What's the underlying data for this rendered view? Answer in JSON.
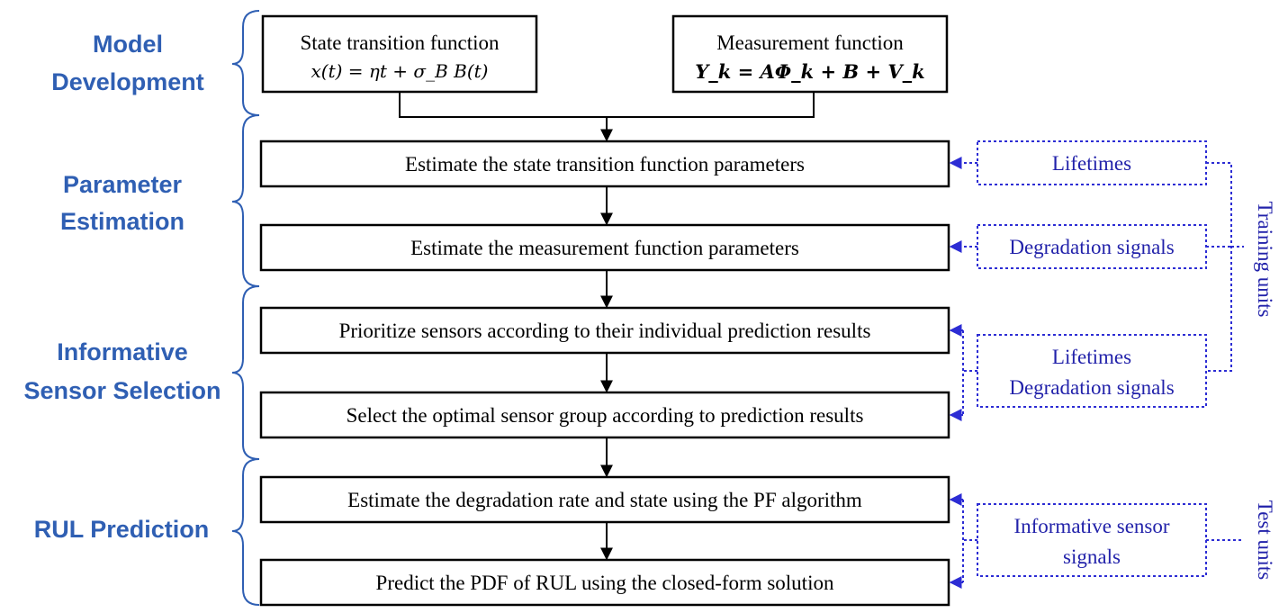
{
  "stages": {
    "model_line1": "Model",
    "model_line2": "Development",
    "param_line1": "Parameter",
    "param_line2": "Estimation",
    "sensor_line1": "Informative",
    "sensor_line2": "Sensor Selection",
    "rul": "RUL Prediction"
  },
  "top_boxes": {
    "state_title": "State transition function",
    "state_eq": "x(t) = ηt + σ_B B(t)",
    "meas_title": "Measurement function",
    "meas_eq": "Y_k = AΦ_k + B + V_k"
  },
  "steps": [
    "Estimate the state transition function parameters",
    "Estimate the measurement function parameters",
    "Prioritize sensors according to their individual prediction results",
    "Select the optimal sensor group according to prediction results",
    "Estimate the degradation rate and state using the PF algorithm",
    "Predict the PDF of RUL using the closed-form solution"
  ],
  "inputs": {
    "lifetimes": "Lifetimes",
    "degradation_signals": "Degradation signals",
    "combined_line1": "Lifetimes",
    "combined_line2": "Degradation signals",
    "informative_line1": "Informative sensor",
    "informative_line2": "signals"
  },
  "side_labels": {
    "training": "Training units",
    "test": "Test units"
  },
  "colors": {
    "stage_text": "#2f5fb3",
    "input_dashed": "#2c2cd4"
  }
}
